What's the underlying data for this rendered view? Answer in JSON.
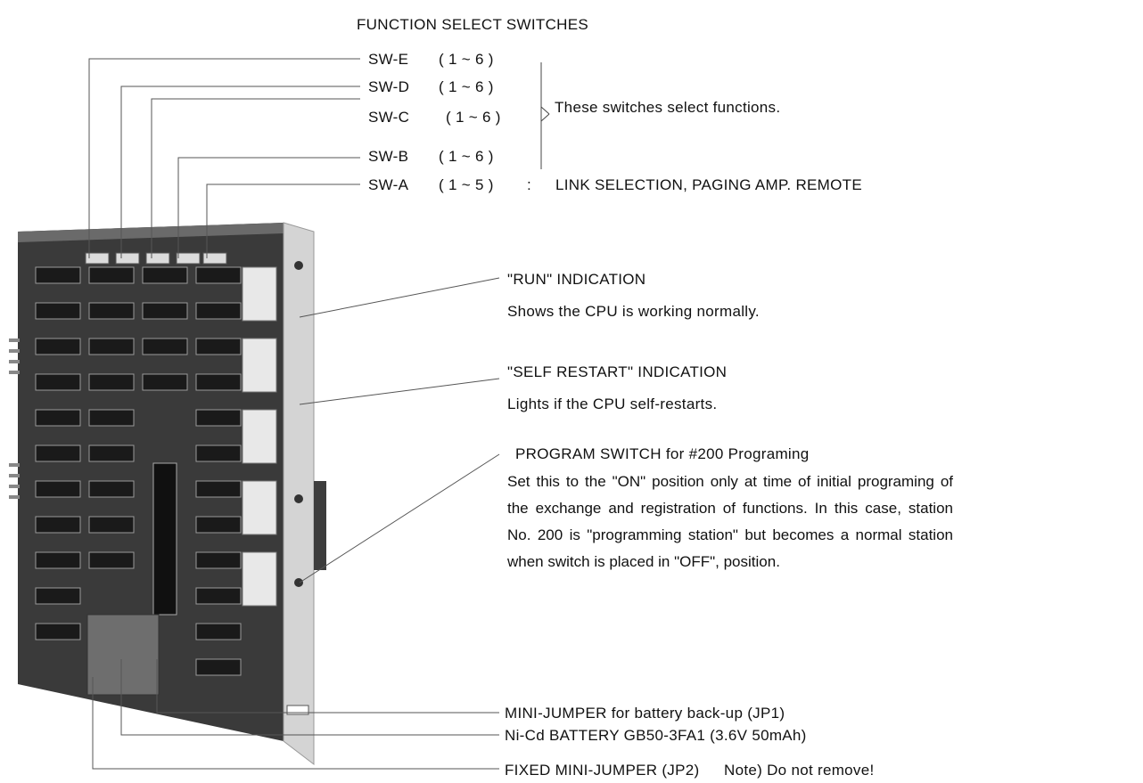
{
  "header": {
    "title": "FUNCTION SELECT SWITCHES"
  },
  "switches": [
    {
      "name": "SW-E",
      "range": "( 1 ~ 6 )"
    },
    {
      "name": "SW-D",
      "range": "( 1 ~ 6 )"
    },
    {
      "name": "SW-C",
      "range": "( 1 ~ 6 )"
    },
    {
      "name": "SW-B",
      "range": "( 1 ~ 6 )"
    },
    {
      "name": "SW-A",
      "range": "( 1 ~ 5 )"
    }
  ],
  "switch_group_note": "These switches select functions.",
  "switch_a_separator": ":",
  "switch_a_note": "LINK SELECTION, PAGING AMP. REMOTE",
  "callouts": {
    "run": {
      "title": "\"RUN\"  INDICATION",
      "desc": "Shows the CPU is working normally."
    },
    "self_restart": {
      "title": "\"SELF RESTART\" INDICATION",
      "desc": "Lights if the CPU self-restarts."
    },
    "program_switch": {
      "title": "PROGRAM SWITCH for #200 Programing",
      "desc": "Set this to the \"ON\" position only at time of initial programing of the exchange and registration of functions. In this case, station No. 200 is \"programming station\" but becomes a normal station when switch  is placed in \"OFF\", position."
    },
    "mini_jumper": {
      "title": "MINI-JUMPER for battery back-up (JP1)"
    },
    "battery": {
      "title": "Ni-Cd BATTERY GB50-3FA1 (3.6V 50mAh)"
    },
    "fixed_jumper": {
      "title": "FIXED MINI-JUMPER (JP2)",
      "note": "Note)  Do not remove!"
    }
  }
}
